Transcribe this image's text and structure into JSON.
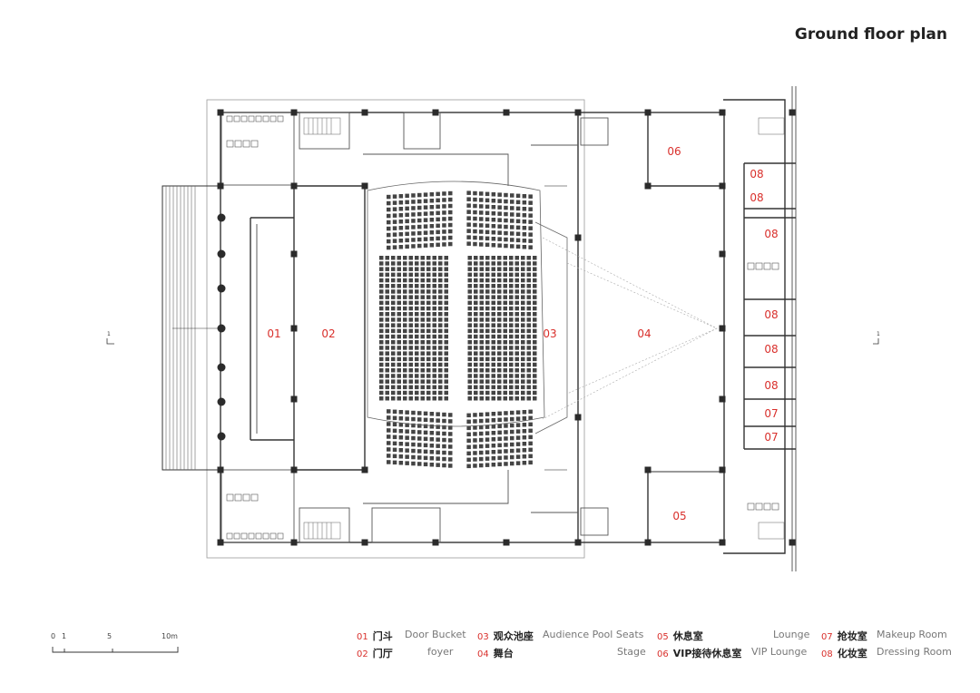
{
  "title": "Ground floor plan",
  "rooms": {
    "r01": "01",
    "r02": "02",
    "r03": "03",
    "r04": "04",
    "r05": "05",
    "r06": "06",
    "r07a": "07",
    "r07b": "07",
    "r08a": "08",
    "r08b": "08",
    "r08c": "08",
    "r08d": "08",
    "r08e": "08",
    "r08f": "08"
  },
  "section_marks": {
    "left": "1",
    "right": "1"
  },
  "scale_bar": {
    "t0": "0",
    "t1": "1",
    "t5": "5",
    "t10": "10m"
  },
  "legend": [
    {
      "num": "01",
      "zh": "门斗",
      "en": "Door Bucket"
    },
    {
      "num": "02",
      "zh": "门厅",
      "en": "foyer"
    },
    {
      "num": "03",
      "zh": "观众池座",
      "en": "Audience Pool Seats"
    },
    {
      "num": "04",
      "zh": "舞台",
      "en": "Stage"
    },
    {
      "num": "05",
      "zh": "休息室",
      "en": "Lounge"
    },
    {
      "num": "06",
      "zh": "VIP接待休息室",
      "en": "VIP Lounge"
    },
    {
      "num": "07",
      "zh": "抢妆室",
      "en": "Makeup Room"
    },
    {
      "num": "08",
      "zh": "化妆室",
      "en": "Dressing Room"
    }
  ],
  "colors": {
    "label": "#d9302c",
    "wall": "#333333",
    "column": "#2b2b2b"
  }
}
